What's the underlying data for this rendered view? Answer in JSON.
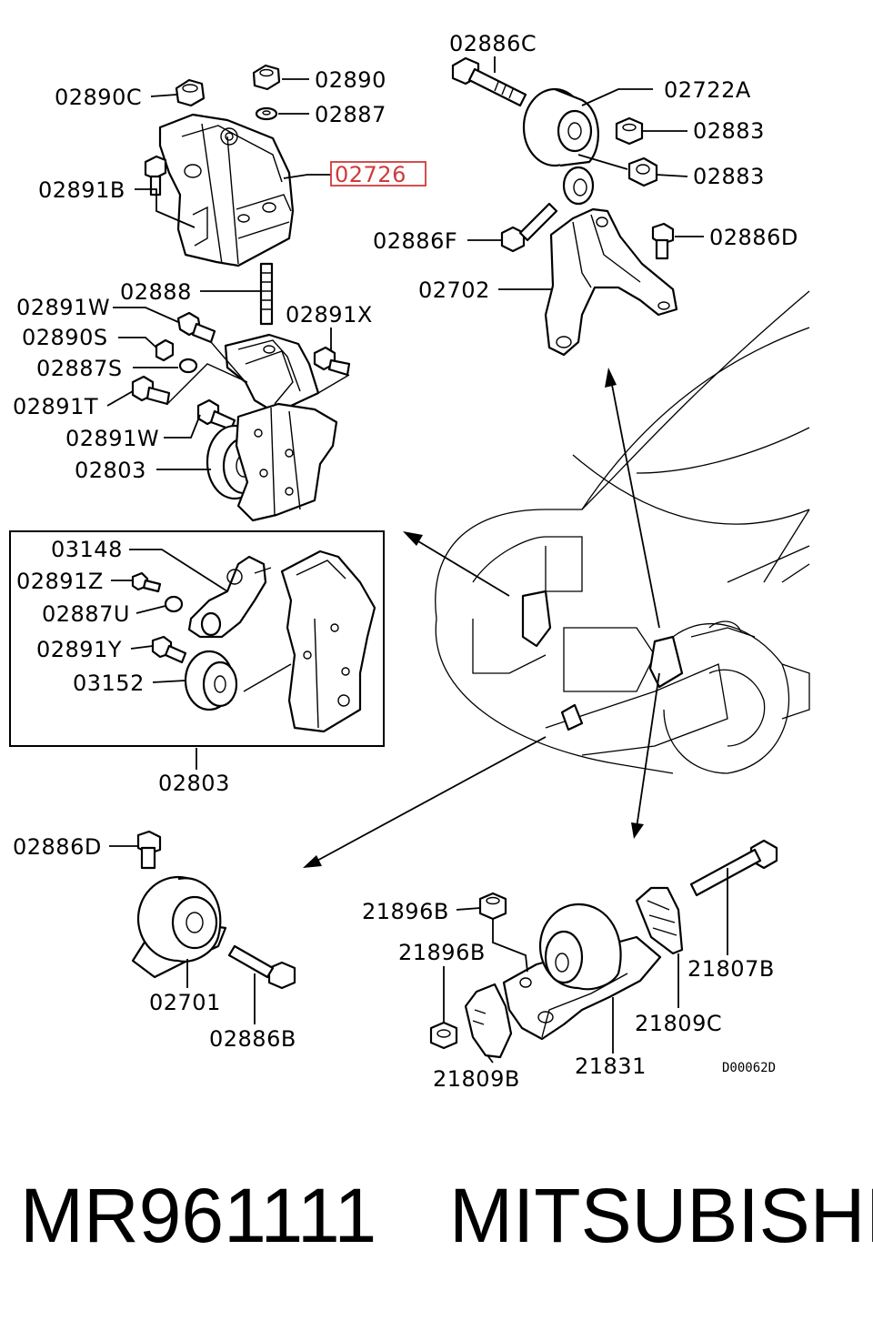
{
  "diagram": {
    "labels": {
      "l02890C": "02890C",
      "l02890": "02890",
      "l02887": "02887",
      "l02891B": "02891B",
      "l02726": "02726",
      "l02888": "02888",
      "l02891W_a": "02891W",
      "l02891X": "02891X",
      "l02890S": "02890S",
      "l02887S": "02887S",
      "l02891T": "02891T",
      "l02891W_b": "02891W",
      "l02803_a": "02803",
      "l02886C": "02886C",
      "l02722A": "02722A",
      "l02883_a": "02883",
      "l02883_b": "02883",
      "l02886F": "02886F",
      "l02886D_a": "02886D",
      "l02702": "02702",
      "l03148": "03148",
      "l02891Z": "02891Z",
      "l02887U": "02887U",
      "l02891Y": "02891Y",
      "l03152": "03152",
      "l02803_b": "02803",
      "l02886D_b": "02886D",
      "l02701": "02701",
      "l02886B": "02886B",
      "l21896B_a": "21896B",
      "l21896B_b": "21896B",
      "l21807B": "21807B",
      "l21809C": "21809C",
      "l21809B": "21809B",
      "l21831": "21831"
    },
    "drawing_code": "D00062D",
    "highlight_color": "#d03a3a"
  },
  "footer": {
    "part_number": "MR961111",
    "brand": "MITSUBISHI"
  }
}
